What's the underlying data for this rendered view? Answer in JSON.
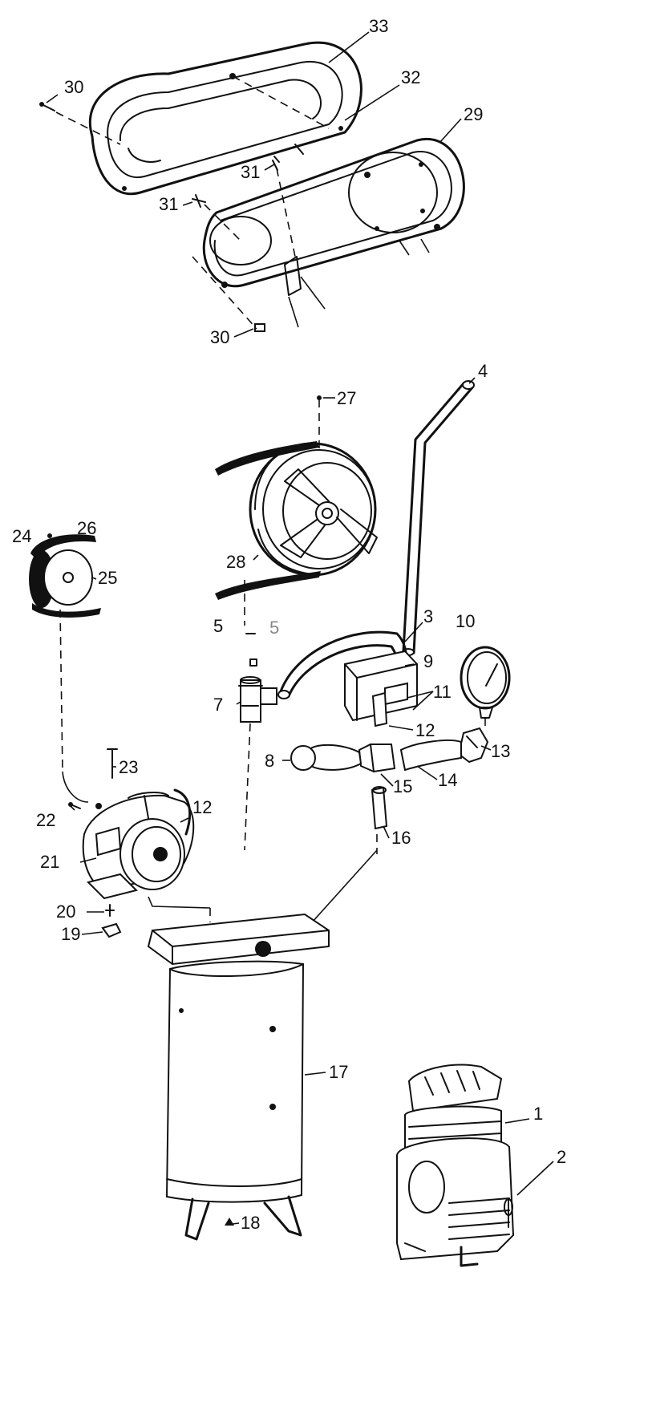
{
  "labels": {
    "l1": "1",
    "l2": "2",
    "l3": "3",
    "l4": "4",
    "l5": "5",
    "l5b": "5",
    "l7": "7",
    "l8": "8",
    "l9": "9",
    "l10": "10",
    "l11": "11",
    "l12a": "12",
    "l12b": "12",
    "l13": "13",
    "l14": "14",
    "l15": "15",
    "l16": "16",
    "l17": "17",
    "l18": "18",
    "l19": "19",
    "l20": "20",
    "l21": "21",
    "l22": "22",
    "l23": "23",
    "l24": "24",
    "l25": "25",
    "l26": "26",
    "l27": "27",
    "l28": "28",
    "l29": "29",
    "l30a": "30",
    "l30b": "30",
    "l31a": "31",
    "l31b": "31",
    "l32": "32",
    "l33": "33"
  }
}
